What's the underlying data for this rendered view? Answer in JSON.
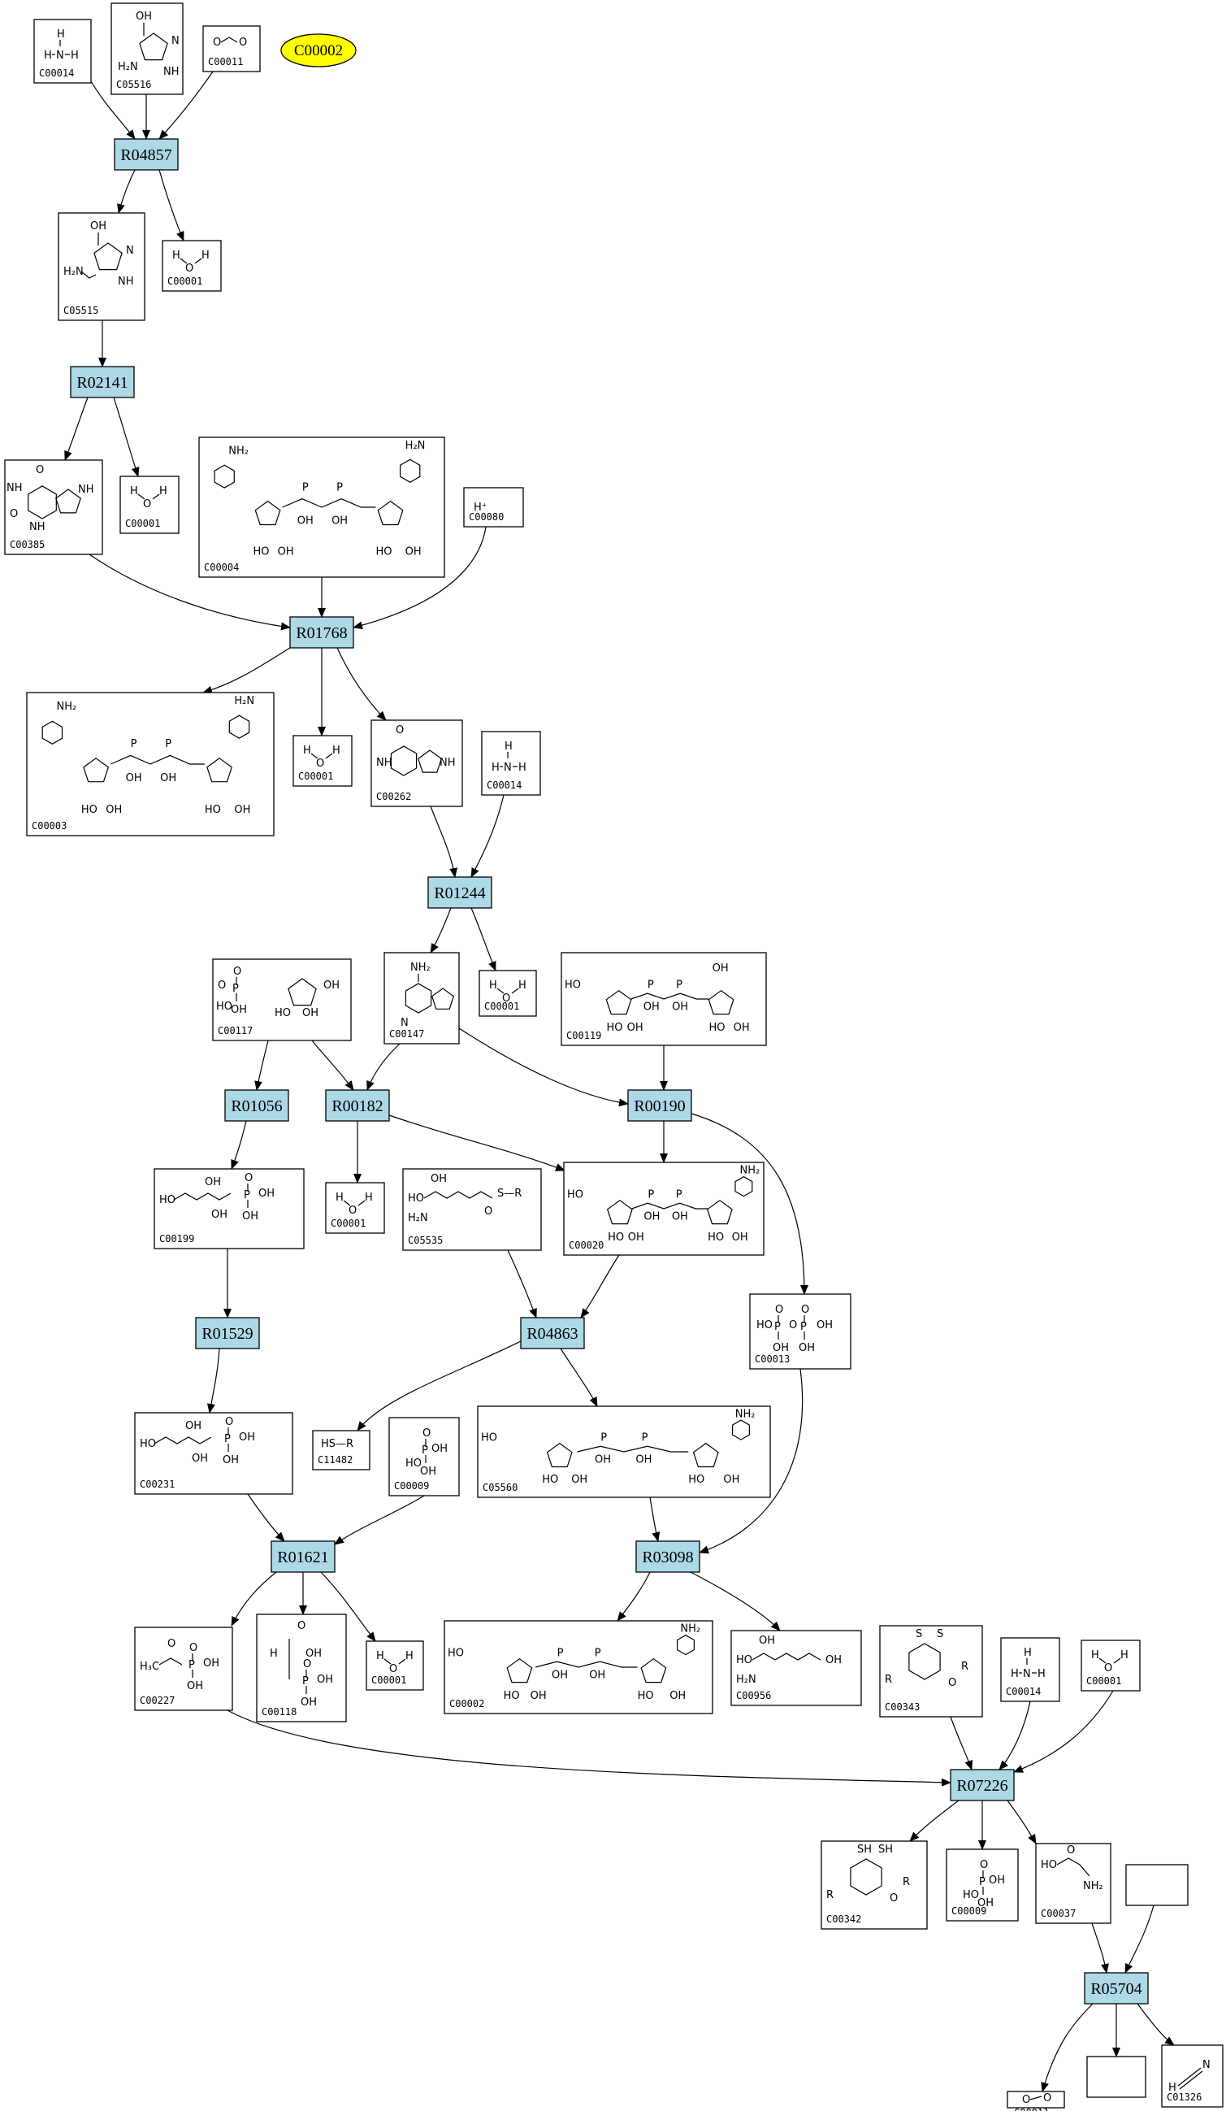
{
  "highlight": "C00002",
  "compounds": [
    "C00014",
    "C05516",
    "C00011",
    "C05515",
    "C00001",
    "C00385",
    "C00004",
    "C00080",
    "C00003",
    "C00262",
    "C00147",
    "C00117",
    "C00119",
    "C00199",
    "C05535",
    "C00020",
    "C00013",
    "C00231",
    "C11482",
    "C00009",
    "C05560",
    "C00227",
    "C00118",
    "C00002",
    "C00956",
    "C00343",
    "C00342",
    "C00037",
    "C01326"
  ],
  "reactions": [
    "R04857",
    "R02141",
    "R01768",
    "R01244",
    "R01056",
    "R00182",
    "R00190",
    "R01529",
    "R04863",
    "R01621",
    "R03098",
    "R07226",
    "R05704"
  ],
  "structure_text": {
    "oh": "OH",
    "ho": "HO",
    "o": "O",
    "p": "P",
    "n": "N",
    "nh": "NH",
    "h": "H",
    "nh2": "NH₂",
    "h2n": "H₂N",
    "hplus": "H⁺",
    "r": "R",
    "s": "S",
    "sh": "SH",
    "hs_r": "HS—R",
    "h3c": "H₃C"
  },
  "colors": {
    "reaction_fill": "#add8e6",
    "highlight_fill": "#ffff00",
    "compound_fill": "#ffffff"
  }
}
